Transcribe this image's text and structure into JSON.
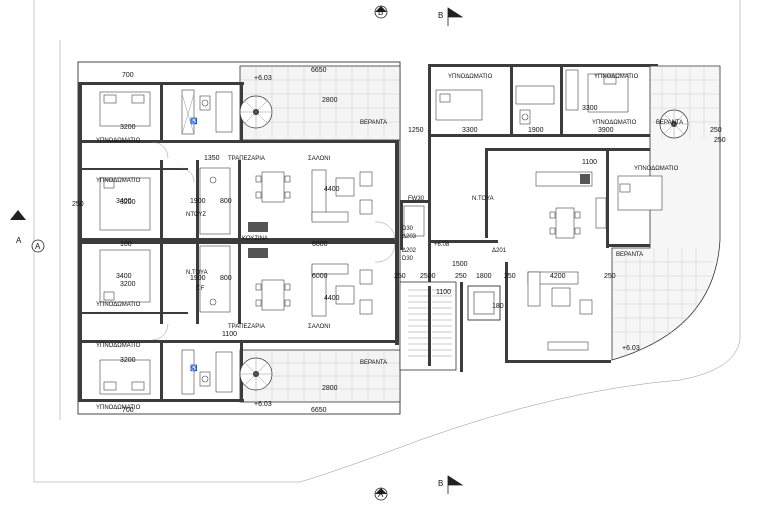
{
  "sections": {
    "top_b": "B",
    "bottom_b": "B",
    "left_a": "A",
    "top_marker": "B",
    "bottom_marker": "A",
    "left_marker": "A"
  },
  "rooms": {
    "bedroom": "ΥΠΝΟΔΩΜΑΤΙΟ",
    "dining": "ΤΡΑΠΕΖΑΡΙΑ",
    "living": "ΣΑΛΟΝΙ",
    "veranda": "ΒΕΡΑΝΤΑ",
    "kitchen": "ΚΟΥΖΙΝΑ",
    "wc": "Ν.ΤΟΥΑ",
    "shower": "ΝΤΟΥΖ",
    "wc2": "Ν.ΤΟΥΑ",
    "tf": "T.F"
  },
  "levels": {
    "top_left": "+6.03",
    "bottom_left": "+6.03",
    "right": "+6.03",
    "stair": "+6.08"
  },
  "doors": {
    "d30a": "D30",
    "d30b": "D30",
    "d203": "Δ203",
    "d202": "Δ202",
    "d201": "Δ201",
    "fw": "FW30"
  },
  "dims": {
    "d700_top": "700",
    "d700_bot": "700",
    "d6650_top": "6650",
    "d6650_bot": "6650",
    "d2800_top": "2800",
    "d2800_bot": "2800",
    "d3200_a": "3200",
    "d3200_b": "3200",
    "d3200_c": "3200",
    "d3200_d": "3200",
    "d1350": "1350",
    "d1900": "1900",
    "d1100_a": "1100",
    "d1100_b": "1100",
    "d1100_c": "1100",
    "d4400_a": "4400",
    "d4400_b": "4400",
    "d3400_a": "3400",
    "d3400_b": "3400",
    "d1250": "1250",
    "d3300_a": "3300",
    "d3300_b": "3300",
    "d1900b": "1900",
    "d3900": "3900",
    "d2500": "2500",
    "d250_a": "250",
    "d1800": "1800",
    "d1500": "1500",
    "d4200": "4200",
    "d180": "180",
    "d250_b": "250",
    "d250_c": "250",
    "d250_d": "250",
    "d250_e": "250",
    "d250_f": "250",
    "d250_g": "250",
    "d800": "800",
    "d800b": "800",
    "d6000": "6000",
    "d6000b": "6000",
    "d100": "100",
    "d1900c": "1900"
  }
}
